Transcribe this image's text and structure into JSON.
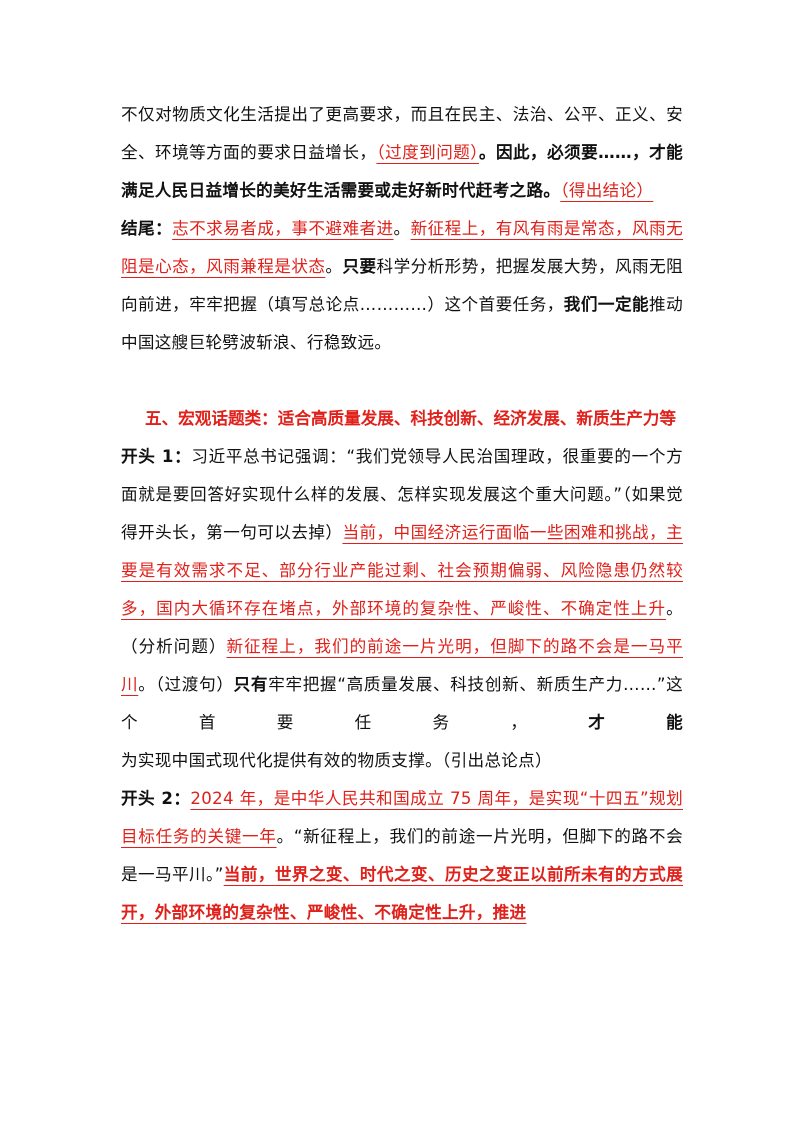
{
  "p1": {
    "t1": "不仅对物质文化生活提出了更高要求，而且在民主、法治、公平、正义、安全、环境等方面的要求日益增长，",
    "r1": "（过度到问题）",
    "t2": "。因此，必须要……，才能满足人民日益增长的美好生活需要或走好新时代赶考之路。",
    "r2": "（得出结论）"
  },
  "jiewei": {
    "label": "结尾：",
    "r1": "志不求易者成，事不避难者进",
    "t1": "。",
    "r2": "新征程上，有风有雨是常态，风雨无阻是心态，风雨兼程是状态",
    "t2": "。",
    "b1": "只要",
    "t3": "科学分析形势，把握发展大势，风雨无阻向前进，牢牢把握（填写总论点…………）这个首要任务，",
    "b2": "我们一定能",
    "t4": "推动中国这艘巨轮劈波斩浪、行稳致远。"
  },
  "heading": "五、宏观话题类：适合高质量发展、科技创新、经济发展、新质生产力等",
  "kaitou1": {
    "label": "开头 1：",
    "t1": "习近平总书记强调：“我们党领导人民治国理政，很重要的一个方面就是要回答好实现什么样的发展、怎样实现发展这个重大问题。”（如果觉得开头长，第一句可以去掉）",
    "r1": "当前，中国经济运行面临一些困难和挑战，主要是有效需求不足、部分行业产能过剩、社会预期偏弱、风险隐患仍然较多，国内大循环存在堵点，外部环境的复杂性、严峻性、不确定性上升",
    "t2": "。（分析问题）",
    "r2": "新征程上，我们的前途一片光明，但脚下的路不会是一马平川",
    "t3": "。（过渡句）",
    "b1": "只有",
    "t4": "牢牢把握“高质量发展、科技创新、新质生产力……”这个首要任务，",
    "b2": "才能",
    "t5": "为实现中国式现代化提供有效的物质支撑。（引出总论点）"
  },
  "kaitou2": {
    "label": "开头 2：",
    "r1": "2024 年，是中华人民共和国成立 75 周年，是实现“十四五”规划目标任务的关键一年",
    "t1": "。“新征程上，我们的前途一片光明，但脚下的路不会是一马平川。”",
    "r2": "当前，世界之变、时代之变、历史之变正以前所未有的方式展开，外部环境的复杂性、严峻性、不确定性上升，推进"
  }
}
